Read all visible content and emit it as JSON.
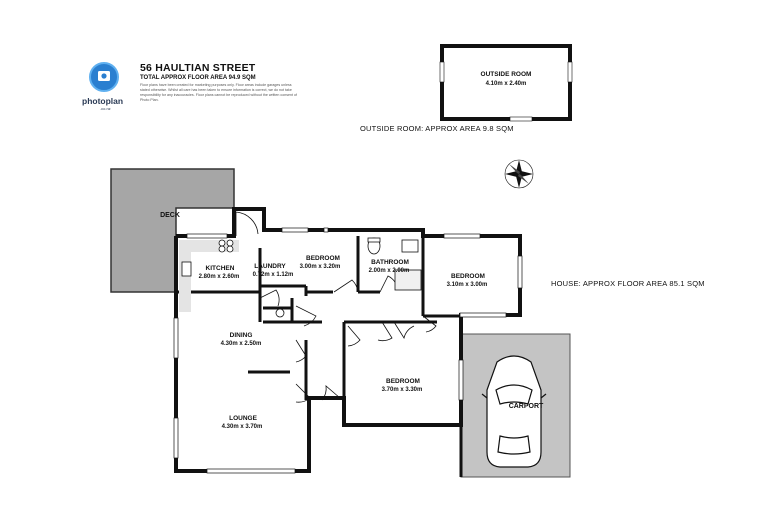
{
  "header": {
    "title": "56 HAULTIAN STREET",
    "subtitle": "TOTAL APPROX FLOOR AREA 94.9 SQM",
    "disclaimer": "Floor plans have been created for marketing purposes only. Floor areas include garages unless stated otherwise. Whilst all care has been taken to ensure information is correct, we do not take responsibility for any inaccuracies. Floor plans cannot be reproduced without the written consent of Photo Plan."
  },
  "logo": {
    "name": "photoplan",
    "sub": ".co.nz",
    "icon": "photoplan-logo-icon",
    "color": "#2a7fd0"
  },
  "notes": {
    "outside_area": "OUTSIDE ROOM: APPROX AREA 9.8 SQM",
    "house_area": "HOUSE: APPROX FLOOR AREA 85.1 SQM"
  },
  "rooms": {
    "outside": {
      "name": "OUTSIDE ROOM",
      "dims": "4.10m  x 2.40m"
    },
    "deck": {
      "name": "DECK"
    },
    "kitchen": {
      "name": "KITCHEN",
      "dims": "2.80m  x 2.60m"
    },
    "laundry": {
      "name": "LAUNDRY",
      "dims": "0.72m  x 1.12m"
    },
    "bedroom1": {
      "name": "BEDROOM",
      "dims": "3.00m  x 3.20m"
    },
    "bathroom": {
      "name": "BATHROOM",
      "dims": "2.00m  x 2.00m"
    },
    "bedroom2": {
      "name": "BEDROOM",
      "dims": "3.10m  x 3.00m"
    },
    "dining": {
      "name": "DINING",
      "dims": "4.30m  x 2.50m"
    },
    "bedroom3": {
      "name": "BEDROOM",
      "dims": "3.70m  x 3.30m"
    },
    "lounge": {
      "name": "LOUNGE",
      "dims": "4.30m  x 3.70m"
    },
    "carport": {
      "name": "CARPORT"
    }
  },
  "compass": {
    "icon": "compass-icon"
  },
  "colors": {
    "wall": "#111111",
    "deck": "#a6a6a6",
    "carport": "#c4c4c4",
    "window": "#ffffff"
  }
}
